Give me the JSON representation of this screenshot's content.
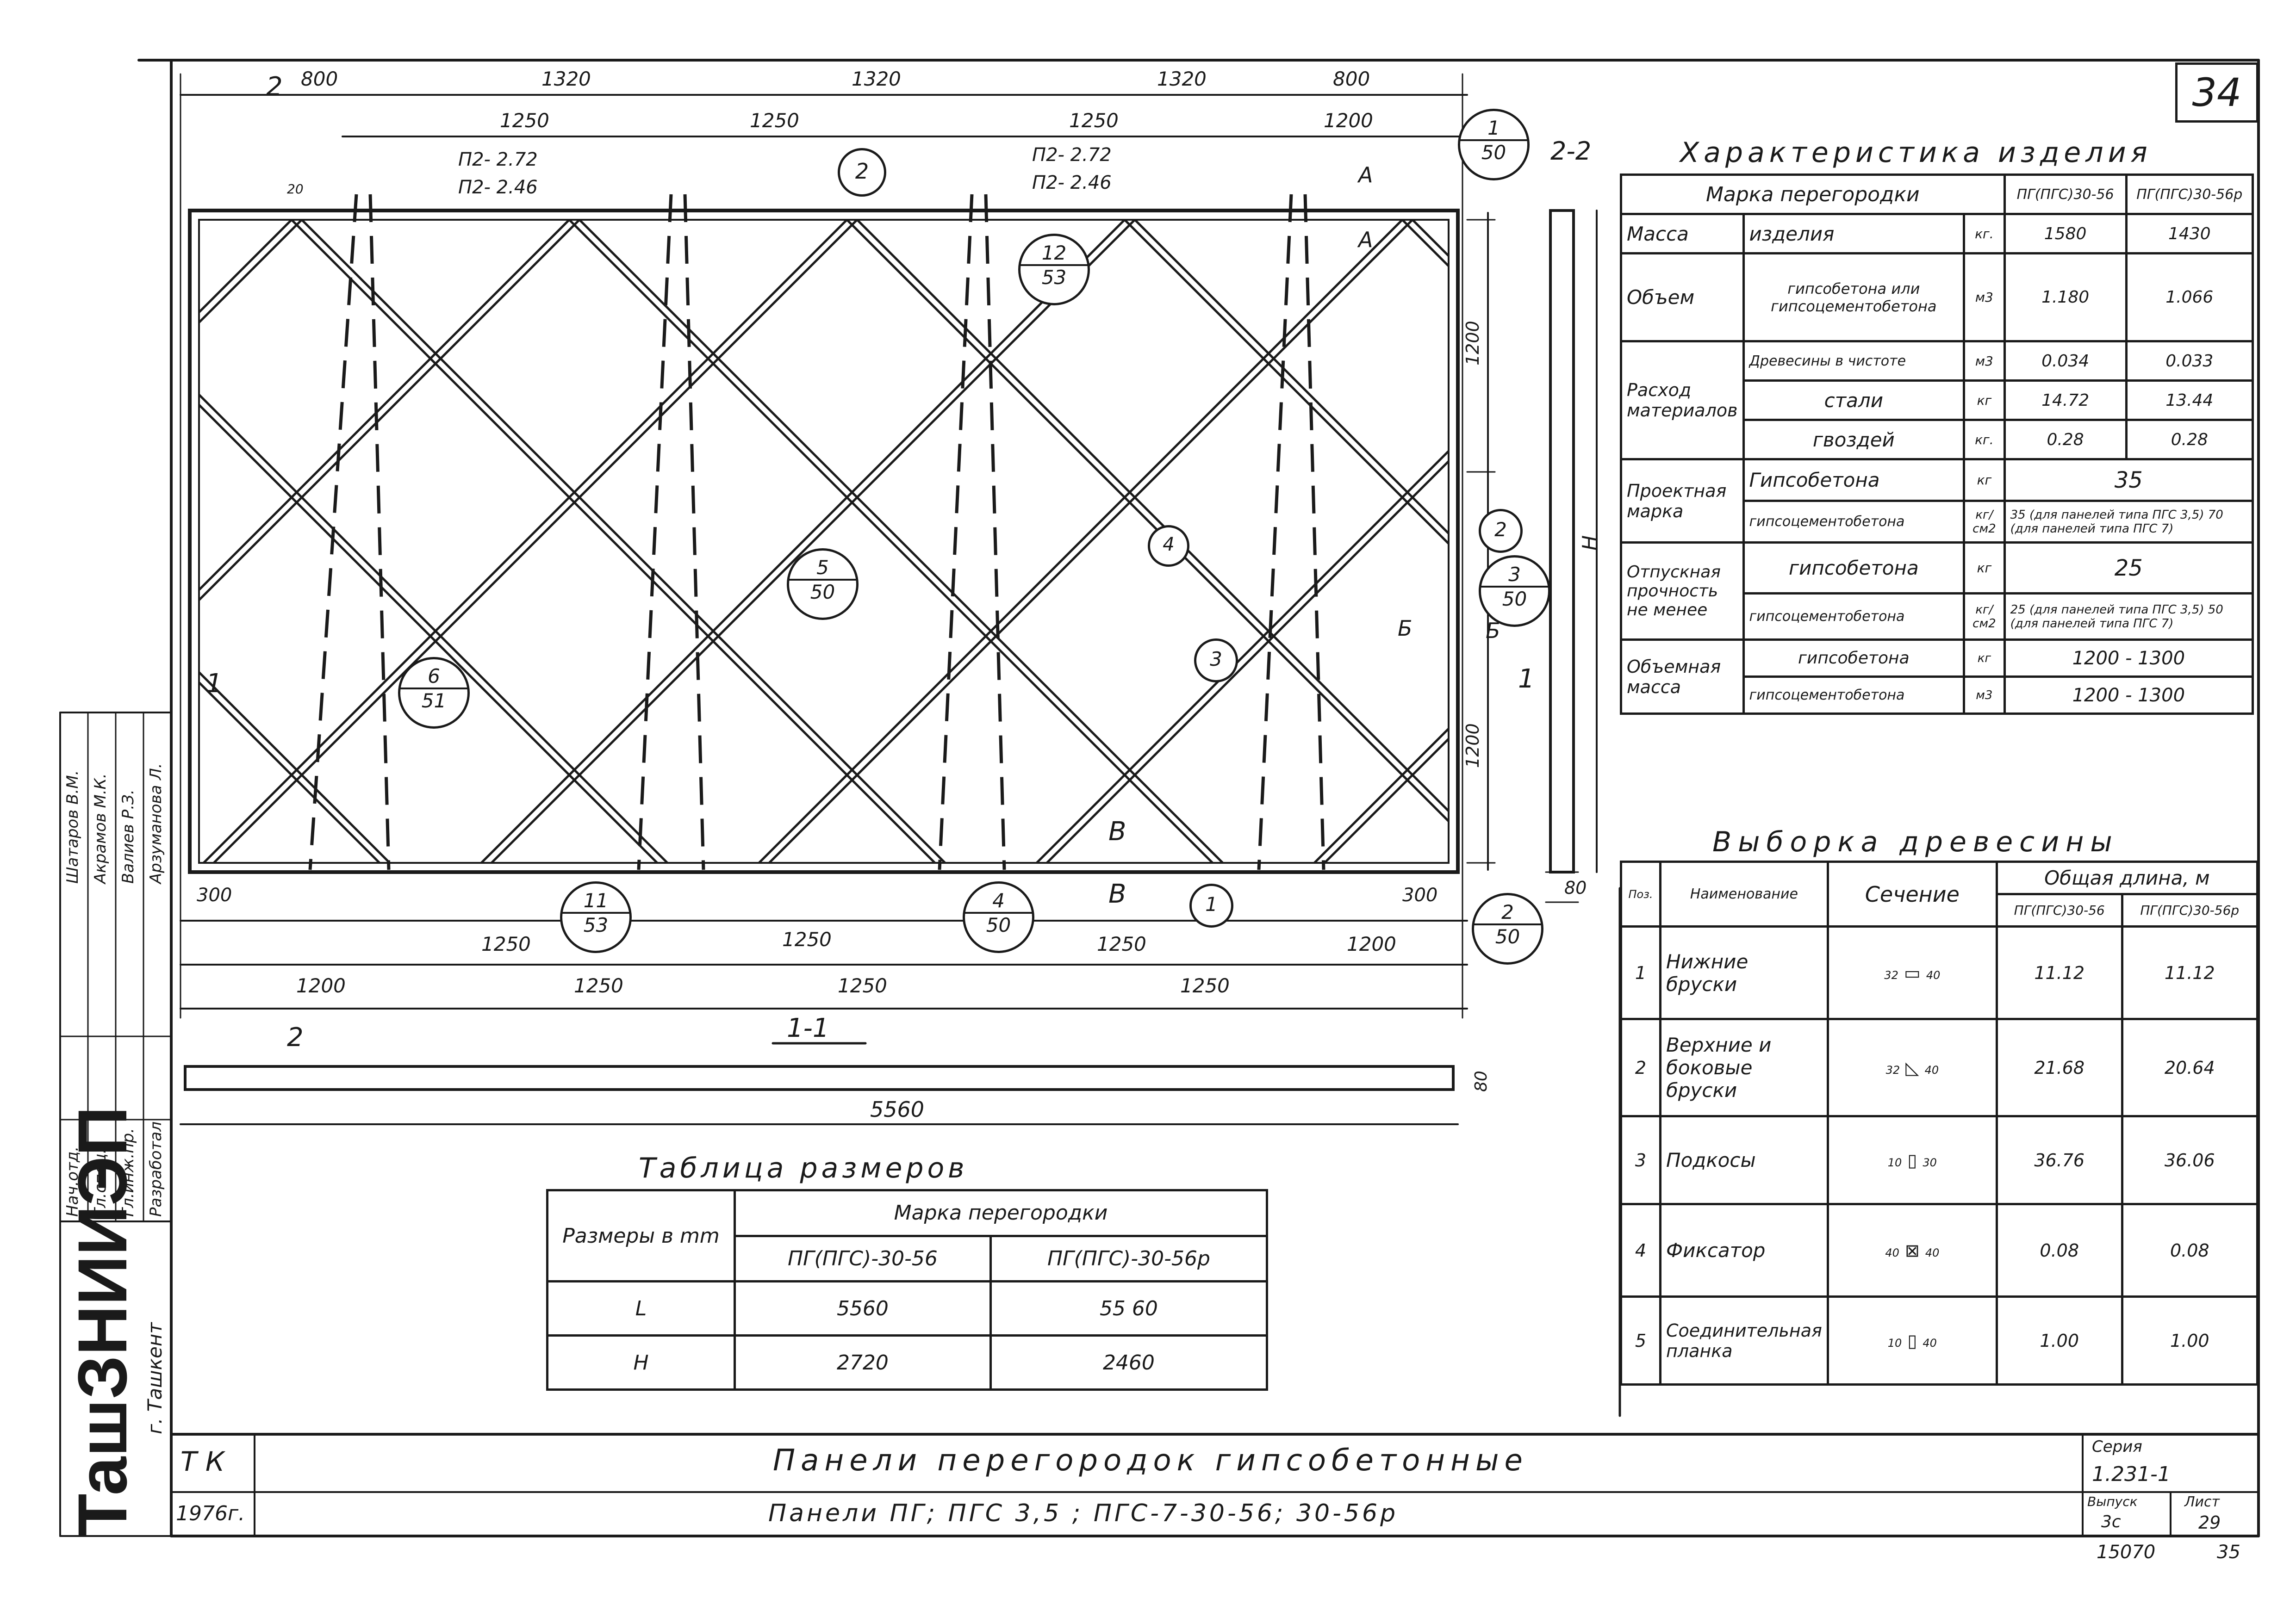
{
  "sheet": {
    "page_number": "34",
    "inventory_number": "15070",
    "corner_code": "35"
  },
  "drawing": {
    "top_dims_row1": [
      "800",
      "1320",
      "1320",
      "1320",
      "800"
    ],
    "top_dims_row2": [
      "1250",
      "1250",
      "1250",
      "1200"
    ],
    "bottom_dims_row1": [
      "300",
      "1250",
      "1250",
      "1250",
      "300"
    ],
    "bottom_dims_row2": [
      "1200",
      "1250",
      "1250",
      "1250",
      "1200"
    ],
    "right_dims": [
      "1200",
      "1200"
    ],
    "panel_marks_left": [
      "П2- 2.72",
      "П2- 2.46"
    ],
    "panel_marks_right": [
      "П2- 2.72",
      "П2- 2.46"
    ],
    "dim_20": "20",
    "section_11": "1-1",
    "section_22": "2-2",
    "arrow_2": "2",
    "arrow_1": "1",
    "cut_A": "А",
    "cut_B": "Б",
    "cut_V": "В",
    "height_label": "Н",
    "side_thickness": "80",
    "strip_length": "5560",
    "strip_thickness": "80",
    "callouts": {
      "c2_top": "2",
      "c12": {
        "n": "12",
        "d": "53"
      },
      "c1_50": {
        "n": "1",
        "d": "50"
      },
      "c2_right": "2",
      "c3_50": {
        "n": "3",
        "d": "50"
      },
      "c3": "3",
      "c4": "4",
      "c5_50": {
        "n": "5",
        "d": "50"
      },
      "c6_51": {
        "n": "6",
        "d": "51"
      },
      "c11_53": {
        "n": "11",
        "d": "53"
      },
      "c4_50": {
        "n": "4",
        "d": "50"
      },
      "c1": "1",
      "c2_50": {
        "n": "2",
        "d": "50"
      }
    }
  },
  "sizes_table": {
    "title": "Таблица размеров",
    "col1_header": "Размеры в mm",
    "col2_header": "Марка перегородки",
    "sub1": "ПГ(ПГС)-30-56",
    "sub2": "ПГ(ПГС)-30-56р",
    "rows": [
      {
        "dim": "L",
        "v1": "5560",
        "v2": "55 60"
      },
      {
        "dim": "Н",
        "v1": "2720",
        "v2": "2460"
      }
    ]
  },
  "characteristics": {
    "title": "Характеристика изделия",
    "header_label": "Марка перегородки",
    "col_a": "ПГ(ПГС)30-56",
    "col_b": "ПГ(ПГС)30-56р",
    "rows": [
      {
        "group": "Масса",
        "item": "изделия",
        "unit": "кг.",
        "a": "1580",
        "b": "1430"
      },
      {
        "group": "Объем",
        "item": "гипсобетона или гипсоцементобетона",
        "unit": "м3",
        "a": "1.180",
        "b": "1.066"
      },
      {
        "group": "Расход материалов",
        "item": "Древесины в чистоте",
        "unit": "м3",
        "a": "0.034",
        "b": "0.033"
      },
      {
        "group": "",
        "item": "стали",
        "unit": "кг",
        "a": "14.72",
        "b": "13.44"
      },
      {
        "group": "",
        "item": "гвоздей",
        "unit": "кг.",
        "a": "0.28",
        "b": "0.28"
      },
      {
        "group": "Проектная марка",
        "item": "Гипсобетона",
        "unit": "кг",
        "ab": "35"
      },
      {
        "group": "",
        "item": "гипсоцементобетона",
        "unit": "кг/см2",
        "ab": "35 (для панелей типа ПГС 3,5) 70 (для панелей типа ПГС 7)"
      },
      {
        "group": "Отпускная прочность не менее",
        "item": "гипсобетона",
        "unit": "кг",
        "ab": "25"
      },
      {
        "group": "",
        "item": "гипсоцементобетона",
        "unit": "кг/см2",
        "ab": "25 (для панелей типа ПГС 3,5) 50 (для панелей типа ПГС 7)"
      },
      {
        "group": "Объемная масса",
        "item": "гипсобетона",
        "unit": "кг",
        "ab": "1200 - 1300"
      },
      {
        "group": "",
        "item": "гипсоцементобетона",
        "unit": "м3",
        "ab": "1200 - 1300"
      }
    ]
  },
  "wood": {
    "title": "Выборка древесины",
    "h_pos": "Поз.",
    "h_name": "Наименование",
    "h_section": "Сечение",
    "h_total": "Общая длина, м",
    "h_a": "ПГ(ПГС)30-56",
    "h_b": "ПГ(ПГС)30-56р",
    "rows": [
      {
        "pos": "1",
        "name": "Нижние бруски",
        "sec_w": "32",
        "sec_h": "40",
        "a": "11.12",
        "b": "11.12"
      },
      {
        "pos": "2",
        "name": "Верхние и боковые бруски",
        "sec_w": "32",
        "sec_h": "40",
        "a": "21.68",
        "b": "20.64"
      },
      {
        "pos": "3",
        "name": "Подкосы",
        "sec_w": "10",
        "sec_h": "30",
        "a": "36.76",
        "b": "36.06"
      },
      {
        "pos": "4",
        "name": "Фиксатор",
        "sec_w": "40",
        "sec_h": "40",
        "a": "0.08",
        "b": "0.08"
      },
      {
        "pos": "5",
        "name": "Соединительная планка",
        "sec_w": "10",
        "sec_h": "40",
        "a": "1.00",
        "b": "1.00"
      }
    ]
  },
  "title_block": {
    "tk": "Т К",
    "year": "1976г.",
    "title": "Панели перегородок гипсобетонные",
    "subtitle": "Панели ПГ; ПГС 3,5 ; ПГС-7-30-56; 30-56р",
    "series_label": "Серия",
    "series_value": "1.231-1",
    "issue_label": "Выпуск",
    "issue_value": "3с",
    "sheet_label": "Лист",
    "sheet_value": "29"
  },
  "side_block": {
    "org": "ТашЗНИИЭП",
    "city": "г. Ташкент",
    "roles": [
      "Нач.отд.",
      "Гл.спец.",
      "Гл.инж.пр.",
      "Разработал"
    ],
    "names": [
      "Шатаров В.М.",
      "Акрамов М.К.",
      "Валиев Р.З.",
      "Арзуманова Л."
    ]
  }
}
